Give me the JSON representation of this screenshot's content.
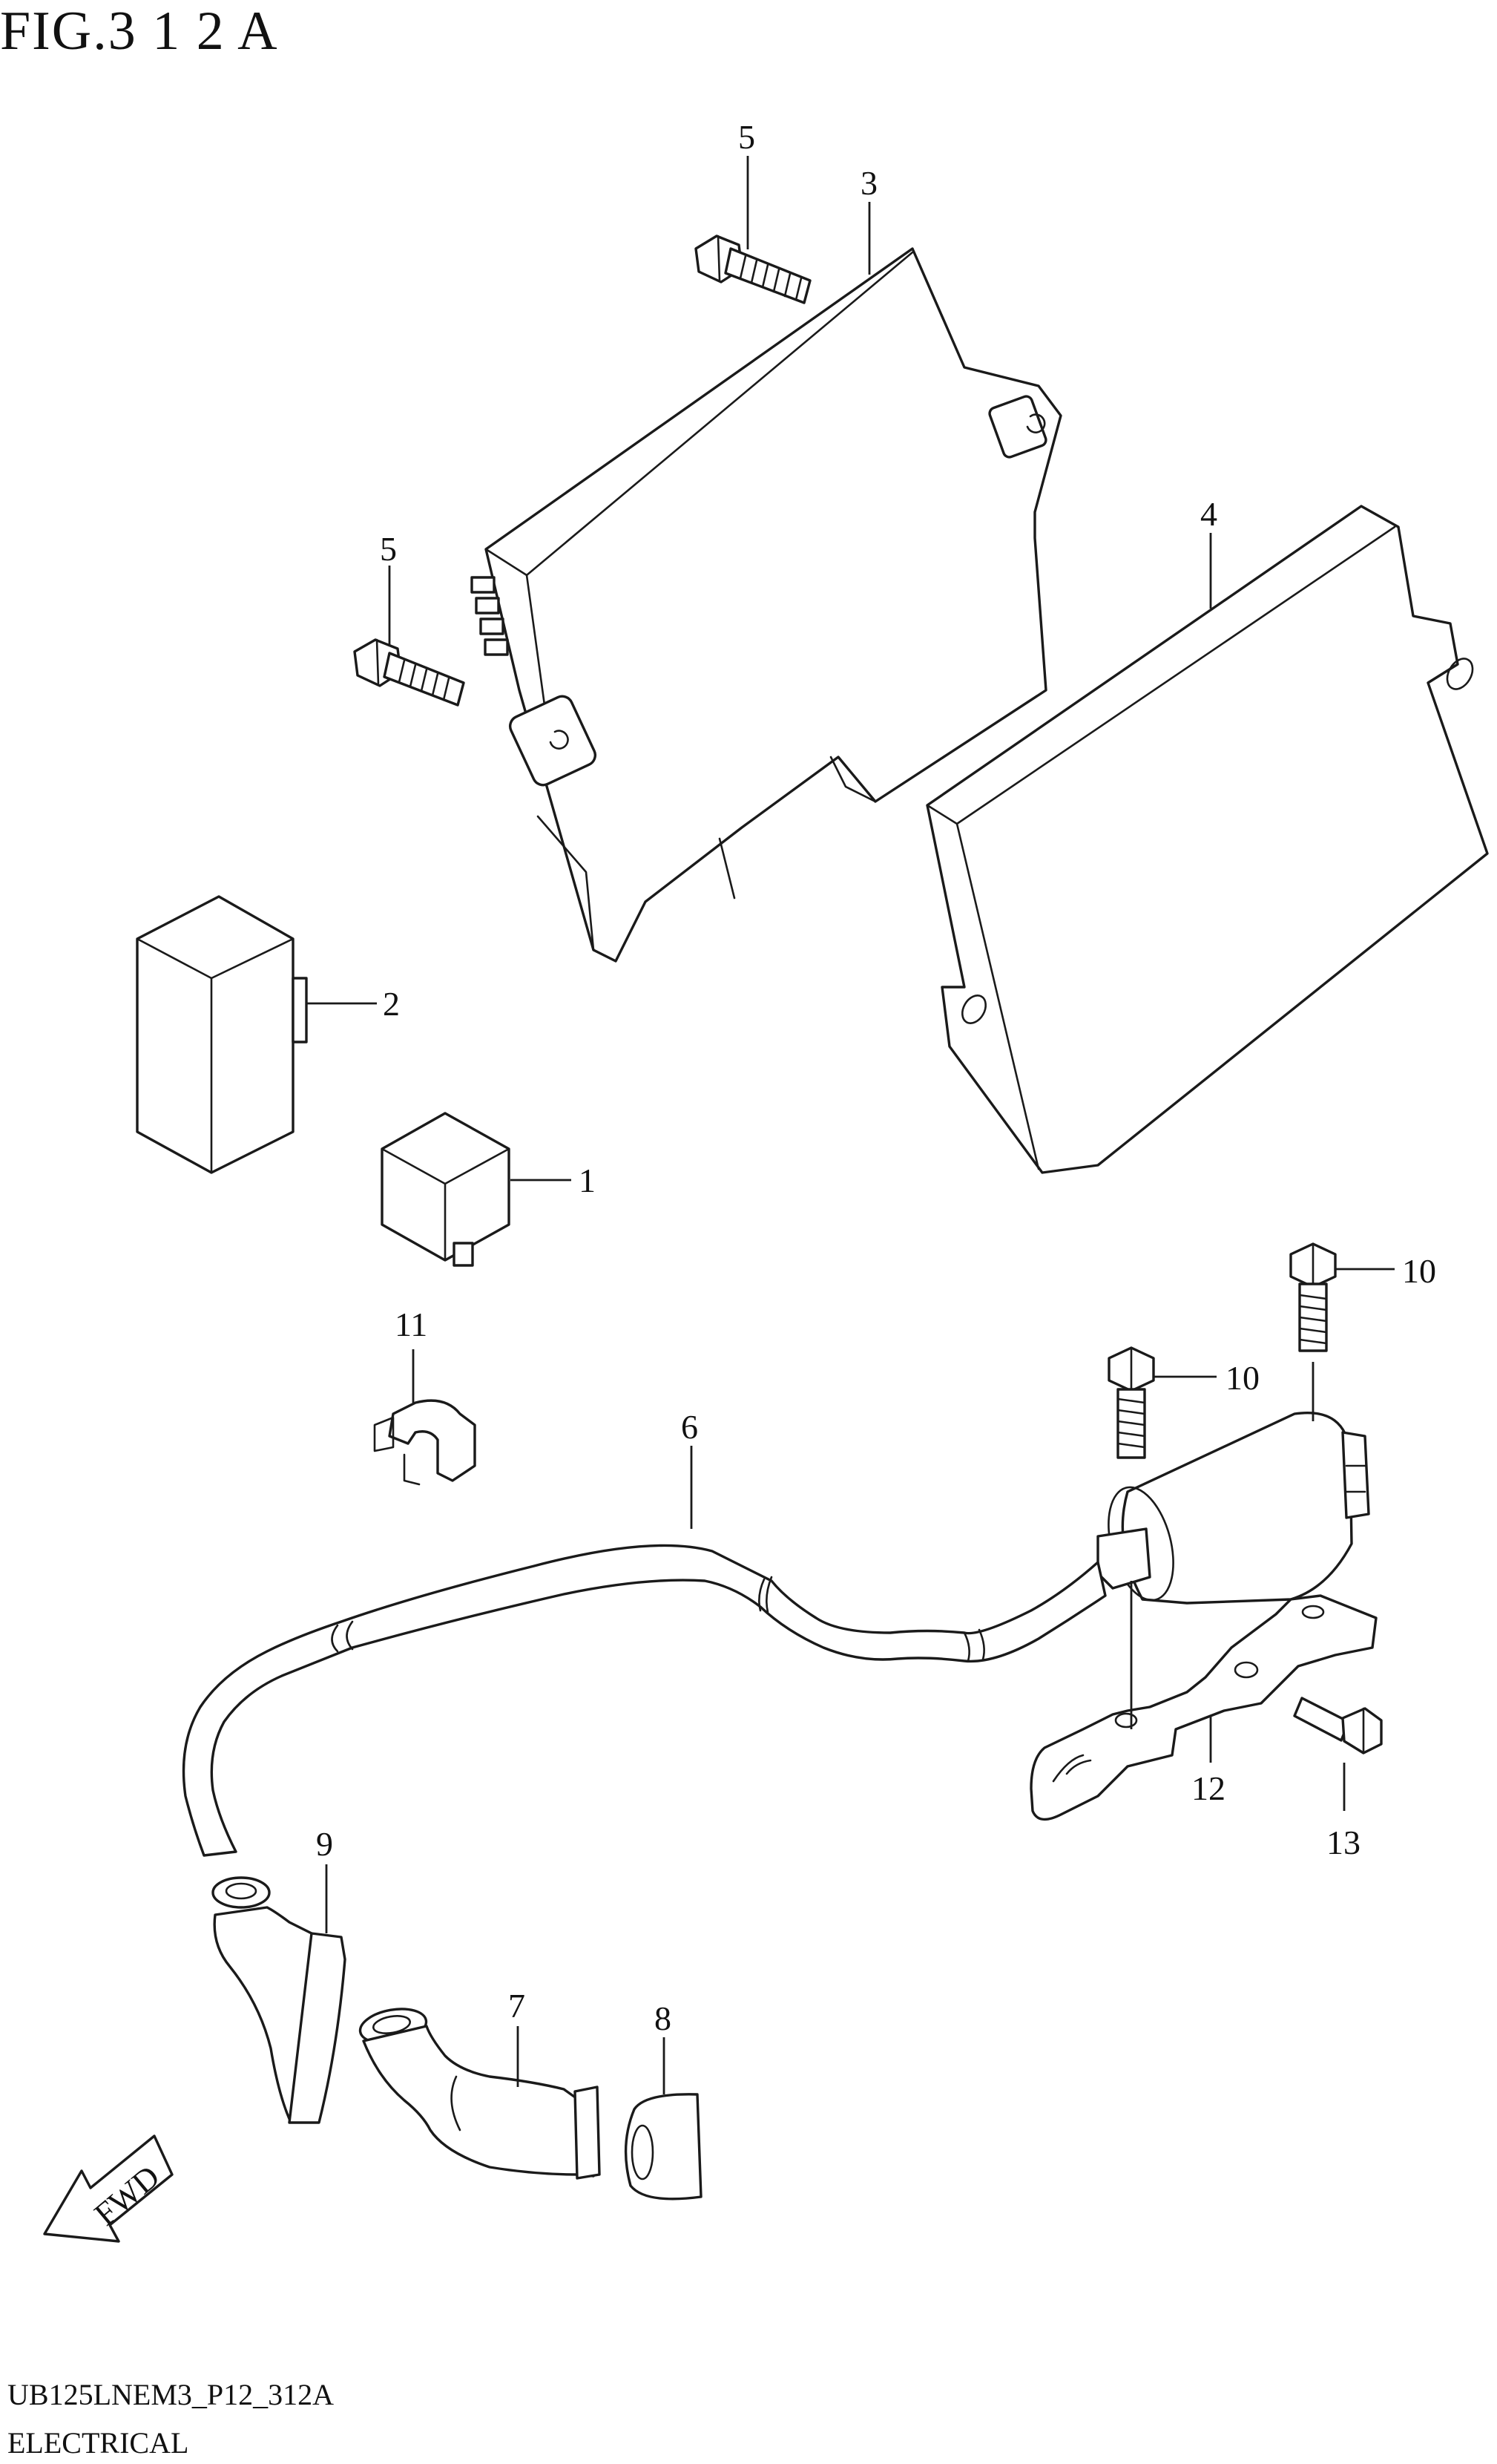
{
  "figure": {
    "title": "FIG.3 1 2 A",
    "code": "UB125LNEM3_P12_312A",
    "section": "ELECTRICAL"
  },
  "direction_marker": {
    "label": "FWD",
    "icon": "fwd-arrow-icon"
  },
  "callouts": {
    "c1": "1",
    "c2": "2",
    "c3": "3",
    "c4": "4",
    "c5a": "5",
    "c5b": "5",
    "c6": "6",
    "c7": "7",
    "c8": "8",
    "c9": "9",
    "c10a": "10",
    "c10b": "10",
    "c11": "11",
    "c12": "12",
    "c13": "13"
  }
}
